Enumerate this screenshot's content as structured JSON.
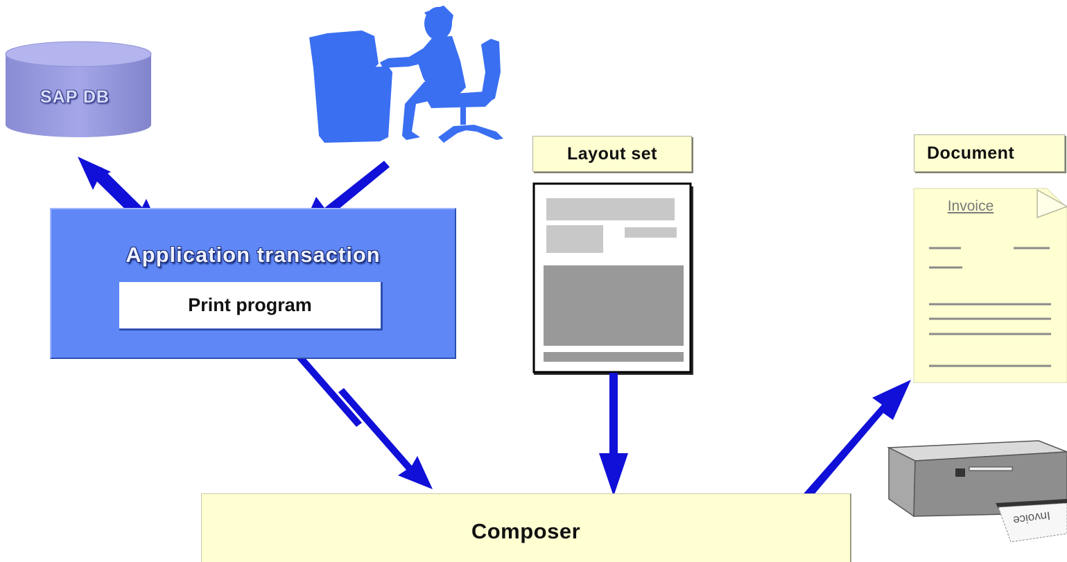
{
  "diagram": {
    "database": {
      "label": "SAP DB",
      "icon": "database-cylinder-icon"
    },
    "user": {
      "icon": "user-at-computer-icon"
    },
    "application": {
      "title": "Application transaction",
      "program_label": "Print program"
    },
    "layout_set": {
      "label": "Layout set",
      "icon": "layout-page-icon"
    },
    "document": {
      "label": "Document",
      "invoice_title": "Invoice",
      "icon": "document-page-icon"
    },
    "printer": {
      "icon": "printer-icon",
      "paper_text": "Invoice"
    },
    "composer": {
      "label": "Composer"
    },
    "connections": [
      {
        "from": "database",
        "to": "application",
        "direction": "both"
      },
      {
        "from": "user",
        "to": "application",
        "direction": "forward"
      },
      {
        "from": "application",
        "to": "composer",
        "direction": "both"
      },
      {
        "from": "layout_set",
        "to": "composer",
        "direction": "forward"
      },
      {
        "from": "composer",
        "to": "document",
        "direction": "forward"
      }
    ]
  },
  "colors": {
    "arrow": "#1010d8",
    "application_box": "#5f87f6",
    "database": "#9c9ee0",
    "user_silhouette": "#3a6ff2",
    "label_fill": "#ffffd2"
  }
}
